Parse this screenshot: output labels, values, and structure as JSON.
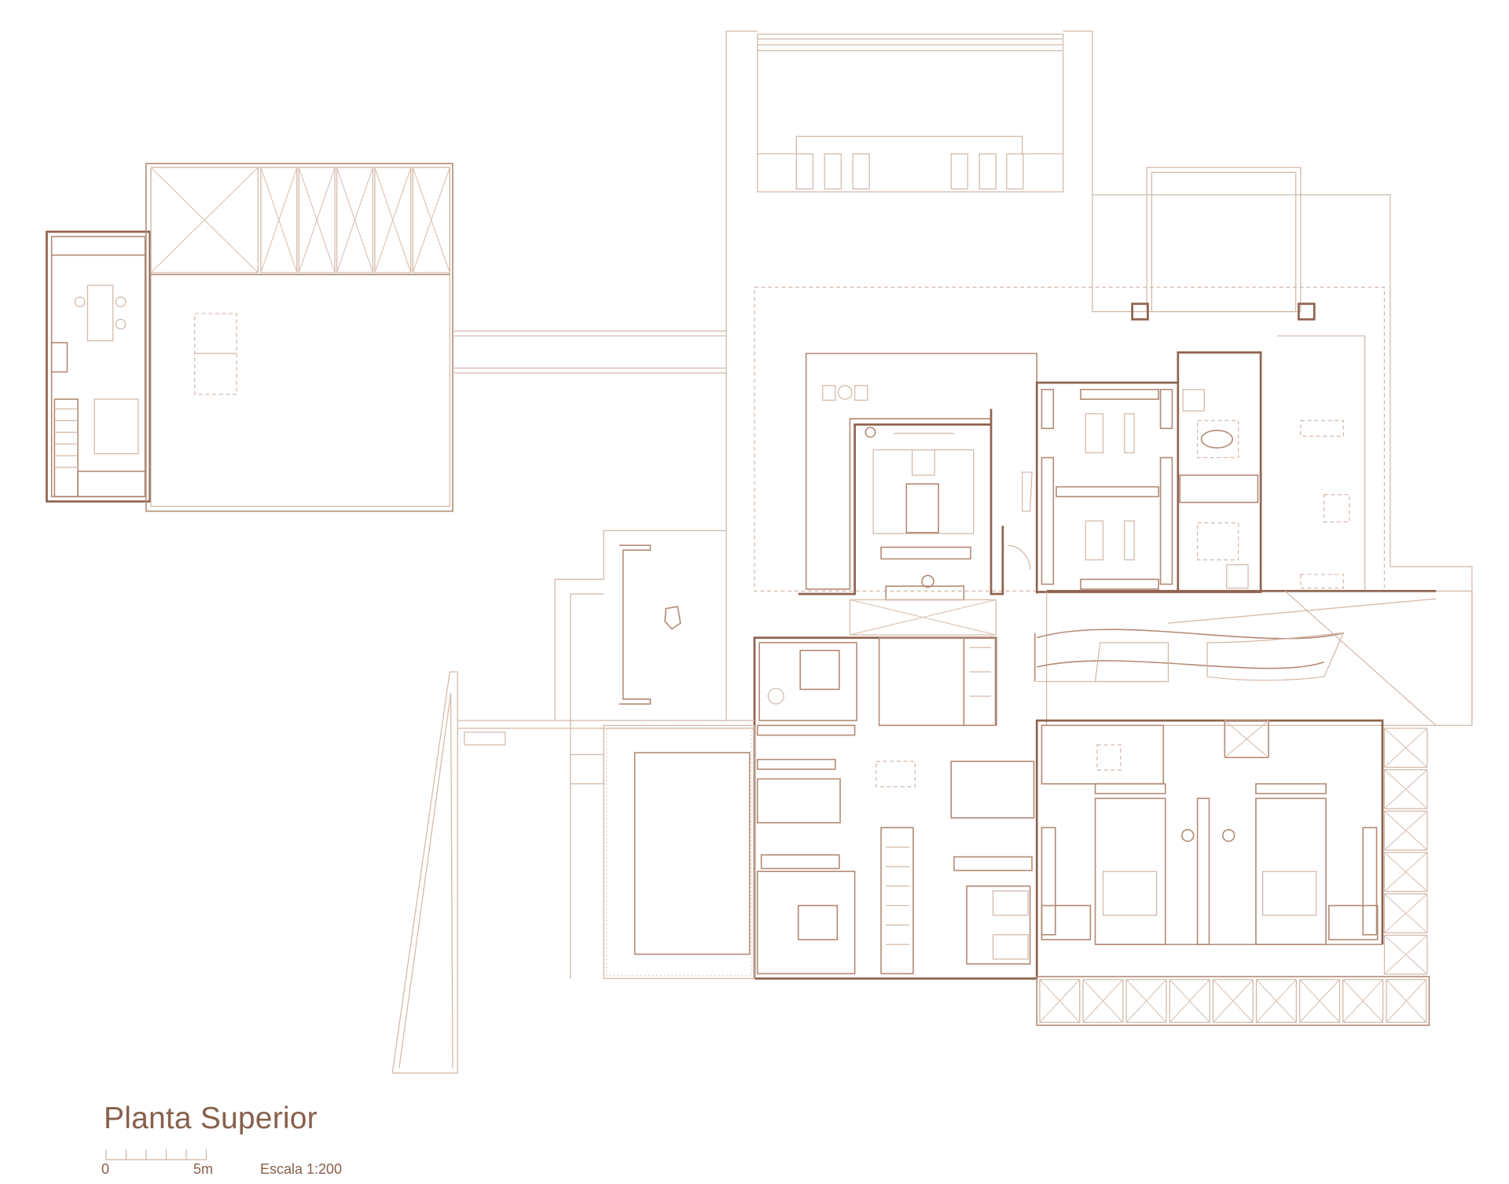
{
  "drawing": {
    "title": "Planta Superior",
    "scale_bar": {
      "start_label": "0",
      "end_label": "5m",
      "divisions": 5
    },
    "scale_text": "Escala 1:200"
  },
  "colors": {
    "text": "#87604b",
    "wall": "#8f6450",
    "line": "#d2b8a8"
  }
}
